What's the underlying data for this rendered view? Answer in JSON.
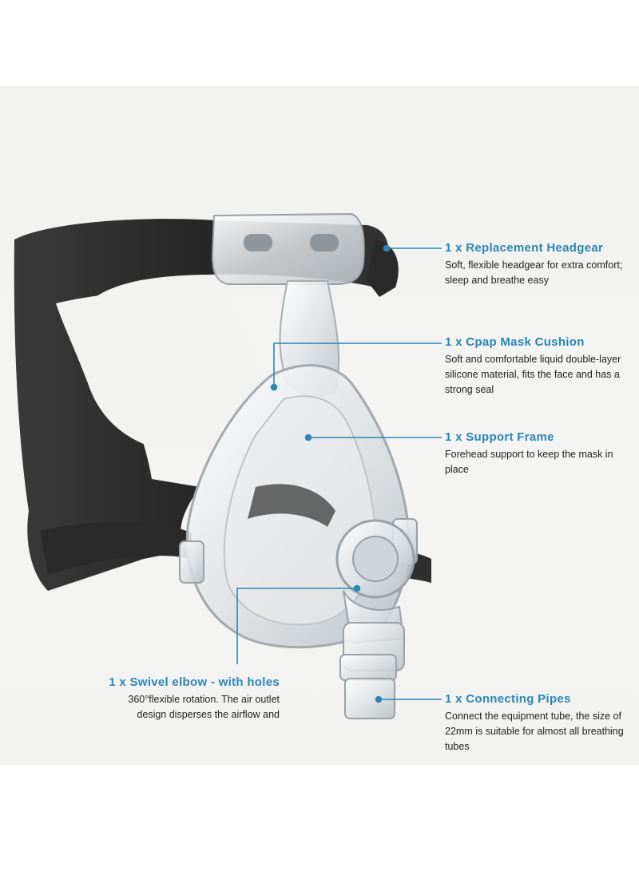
{
  "colors": {
    "accent": "#2b86b5",
    "strap": "#2c2c2c",
    "background": "#f2f2f0"
  },
  "callouts": {
    "headgear": {
      "title": "1 x Replacement Headgear",
      "desc": "Soft, flexible headgear for extra comfort; sleep and breathe easy"
    },
    "cushion": {
      "title": "1 x Cpap Mask Cushion",
      "desc": "Soft and comfortable liquid double-layer silicone material, fits the face and has a strong seal"
    },
    "frame": {
      "title": "1 x Support Frame",
      "desc": "Forehead support to keep the mask in place"
    },
    "elbow": {
      "title": "1 x Swivel elbow - with holes",
      "desc": "360°flexible rotation. The air outlet design disperses the airflow and"
    },
    "pipes": {
      "title": "1 x Connecting Pipes",
      "desc": "Connect the equipment tube, the size of 22mm is suitable for almost all breathing tubes"
    }
  }
}
